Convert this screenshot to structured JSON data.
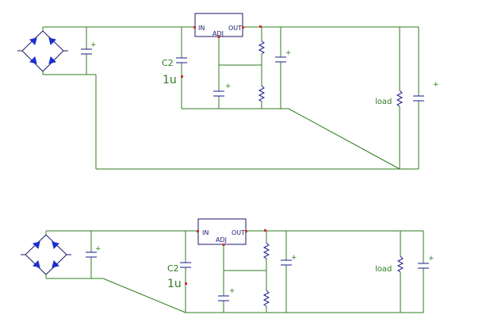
{
  "schematic_top": {
    "regulator": {
      "in_label": "IN",
      "out_label": "OUT",
      "adj_label": "ADJ"
    },
    "cap_name": "C2",
    "cap_value": "1u",
    "load_label": "load",
    "plus": "+"
  },
  "schematic_bottom": {
    "regulator": {
      "in_label": "IN",
      "out_label": "OUT",
      "adj_label": "ADJ"
    },
    "cap_name": "C2",
    "cap_value": "1u",
    "load_label": "load",
    "plus": "+"
  },
  "colors": {
    "wire": "#2e7d1e",
    "component": "#1a1a8c",
    "diode": "#1b2fd0",
    "pin": "#cc3333"
  }
}
